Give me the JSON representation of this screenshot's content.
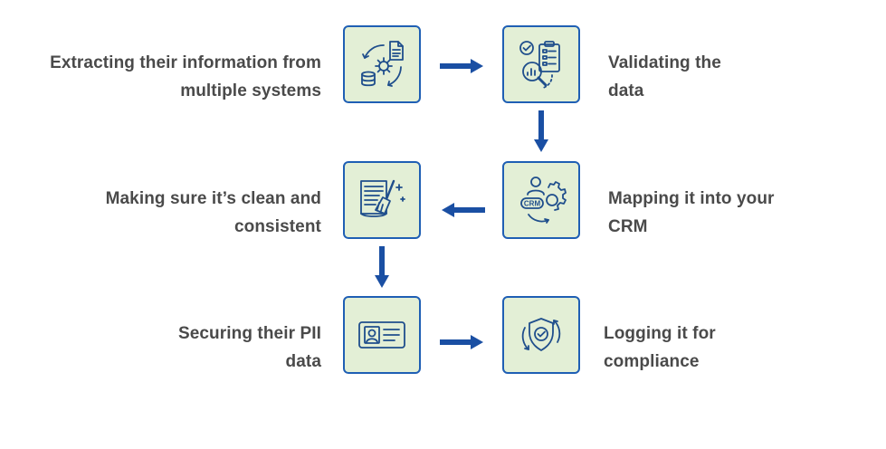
{
  "steps": [
    {
      "label_line1": "Extracting their information from",
      "label_line2": "multiple systems",
      "icon": "data-extraction-icon"
    },
    {
      "label_line1": "Validating the",
      "label_line2": "data",
      "icon": "validation-clipboard-icon"
    },
    {
      "label_line1": "Mapping it into your",
      "label_line2": "CRM",
      "icon": "crm-mapping-icon"
    },
    {
      "label_line1": "Making sure it’s clean and",
      "label_line2": "consistent",
      "icon": "data-cleaning-icon"
    },
    {
      "label_line1": "Securing their PII",
      "label_line2": "data",
      "icon": "id-card-icon"
    },
    {
      "label_line1": "Logging it for",
      "label_line2": "compliance",
      "icon": "shield-check-icon"
    }
  ],
  "colors": {
    "box_fill": "#e3efd6",
    "box_border": "#1f5fb4",
    "arrow": "#1a4fa3",
    "icon_stroke": "#1f4e8c",
    "text": "#4a4a4a"
  }
}
